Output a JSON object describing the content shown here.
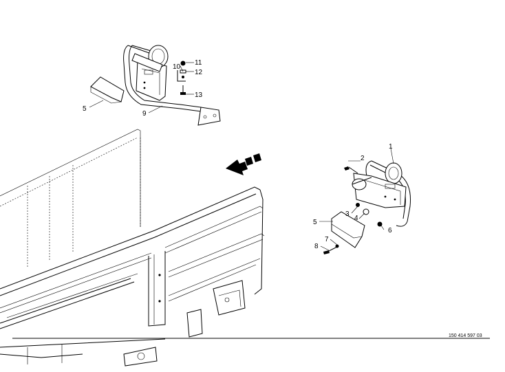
{
  "drawing_number": "150 414 597 03",
  "callouts": {
    "top": [
      "5",
      "9",
      "10",
      "11",
      "12",
      "13"
    ],
    "right": [
      "1",
      "2",
      "3",
      "4",
      "5",
      "6",
      "7",
      "8"
    ]
  },
  "icons": {
    "direction": "direction-arrow-icon"
  }
}
